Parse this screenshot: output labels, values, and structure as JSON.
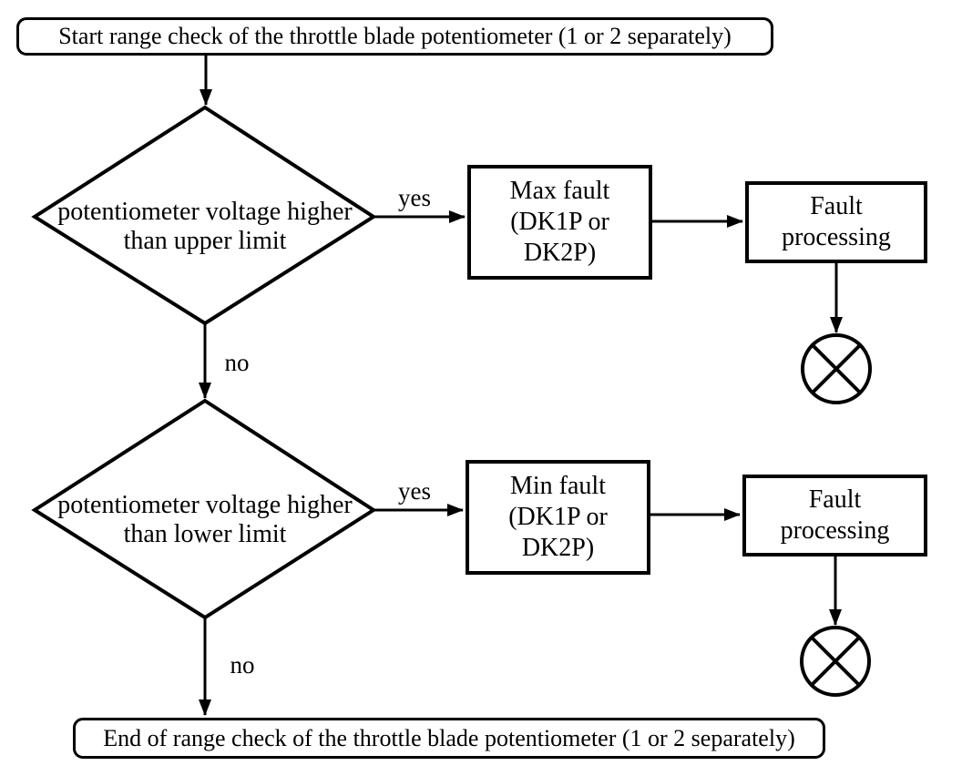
{
  "flowchart": {
    "start_label": "Start range check of the throttle blade potentiometer (1 or 2 separately)",
    "end_label": "End of range check of the throttle blade potentiometer (1 or 2 separately)",
    "decision_upper": {
      "line1": "potentiometer voltage higher",
      "line2": "than upper limit"
    },
    "decision_lower": {
      "line1": "potentiometer voltage higher",
      "line2": "than lower limit"
    },
    "max_fault": {
      "line1": "Max fault",
      "line2": "(DK1P or",
      "line3": "DK2P)"
    },
    "min_fault": {
      "line1": "Min fault",
      "line2": "(DK1P or",
      "line3": "DK2P)"
    },
    "fault_processing_upper": {
      "line1": "Fault",
      "line2": "processing"
    },
    "fault_processing_lower": {
      "line1": "Fault",
      "line2": "processing"
    },
    "edge_labels": {
      "yes_upper": "yes",
      "no_upper": "no",
      "yes_lower": "yes",
      "no_lower": "no"
    },
    "colors": {
      "line": "#000000",
      "background": "#ffffff"
    }
  }
}
